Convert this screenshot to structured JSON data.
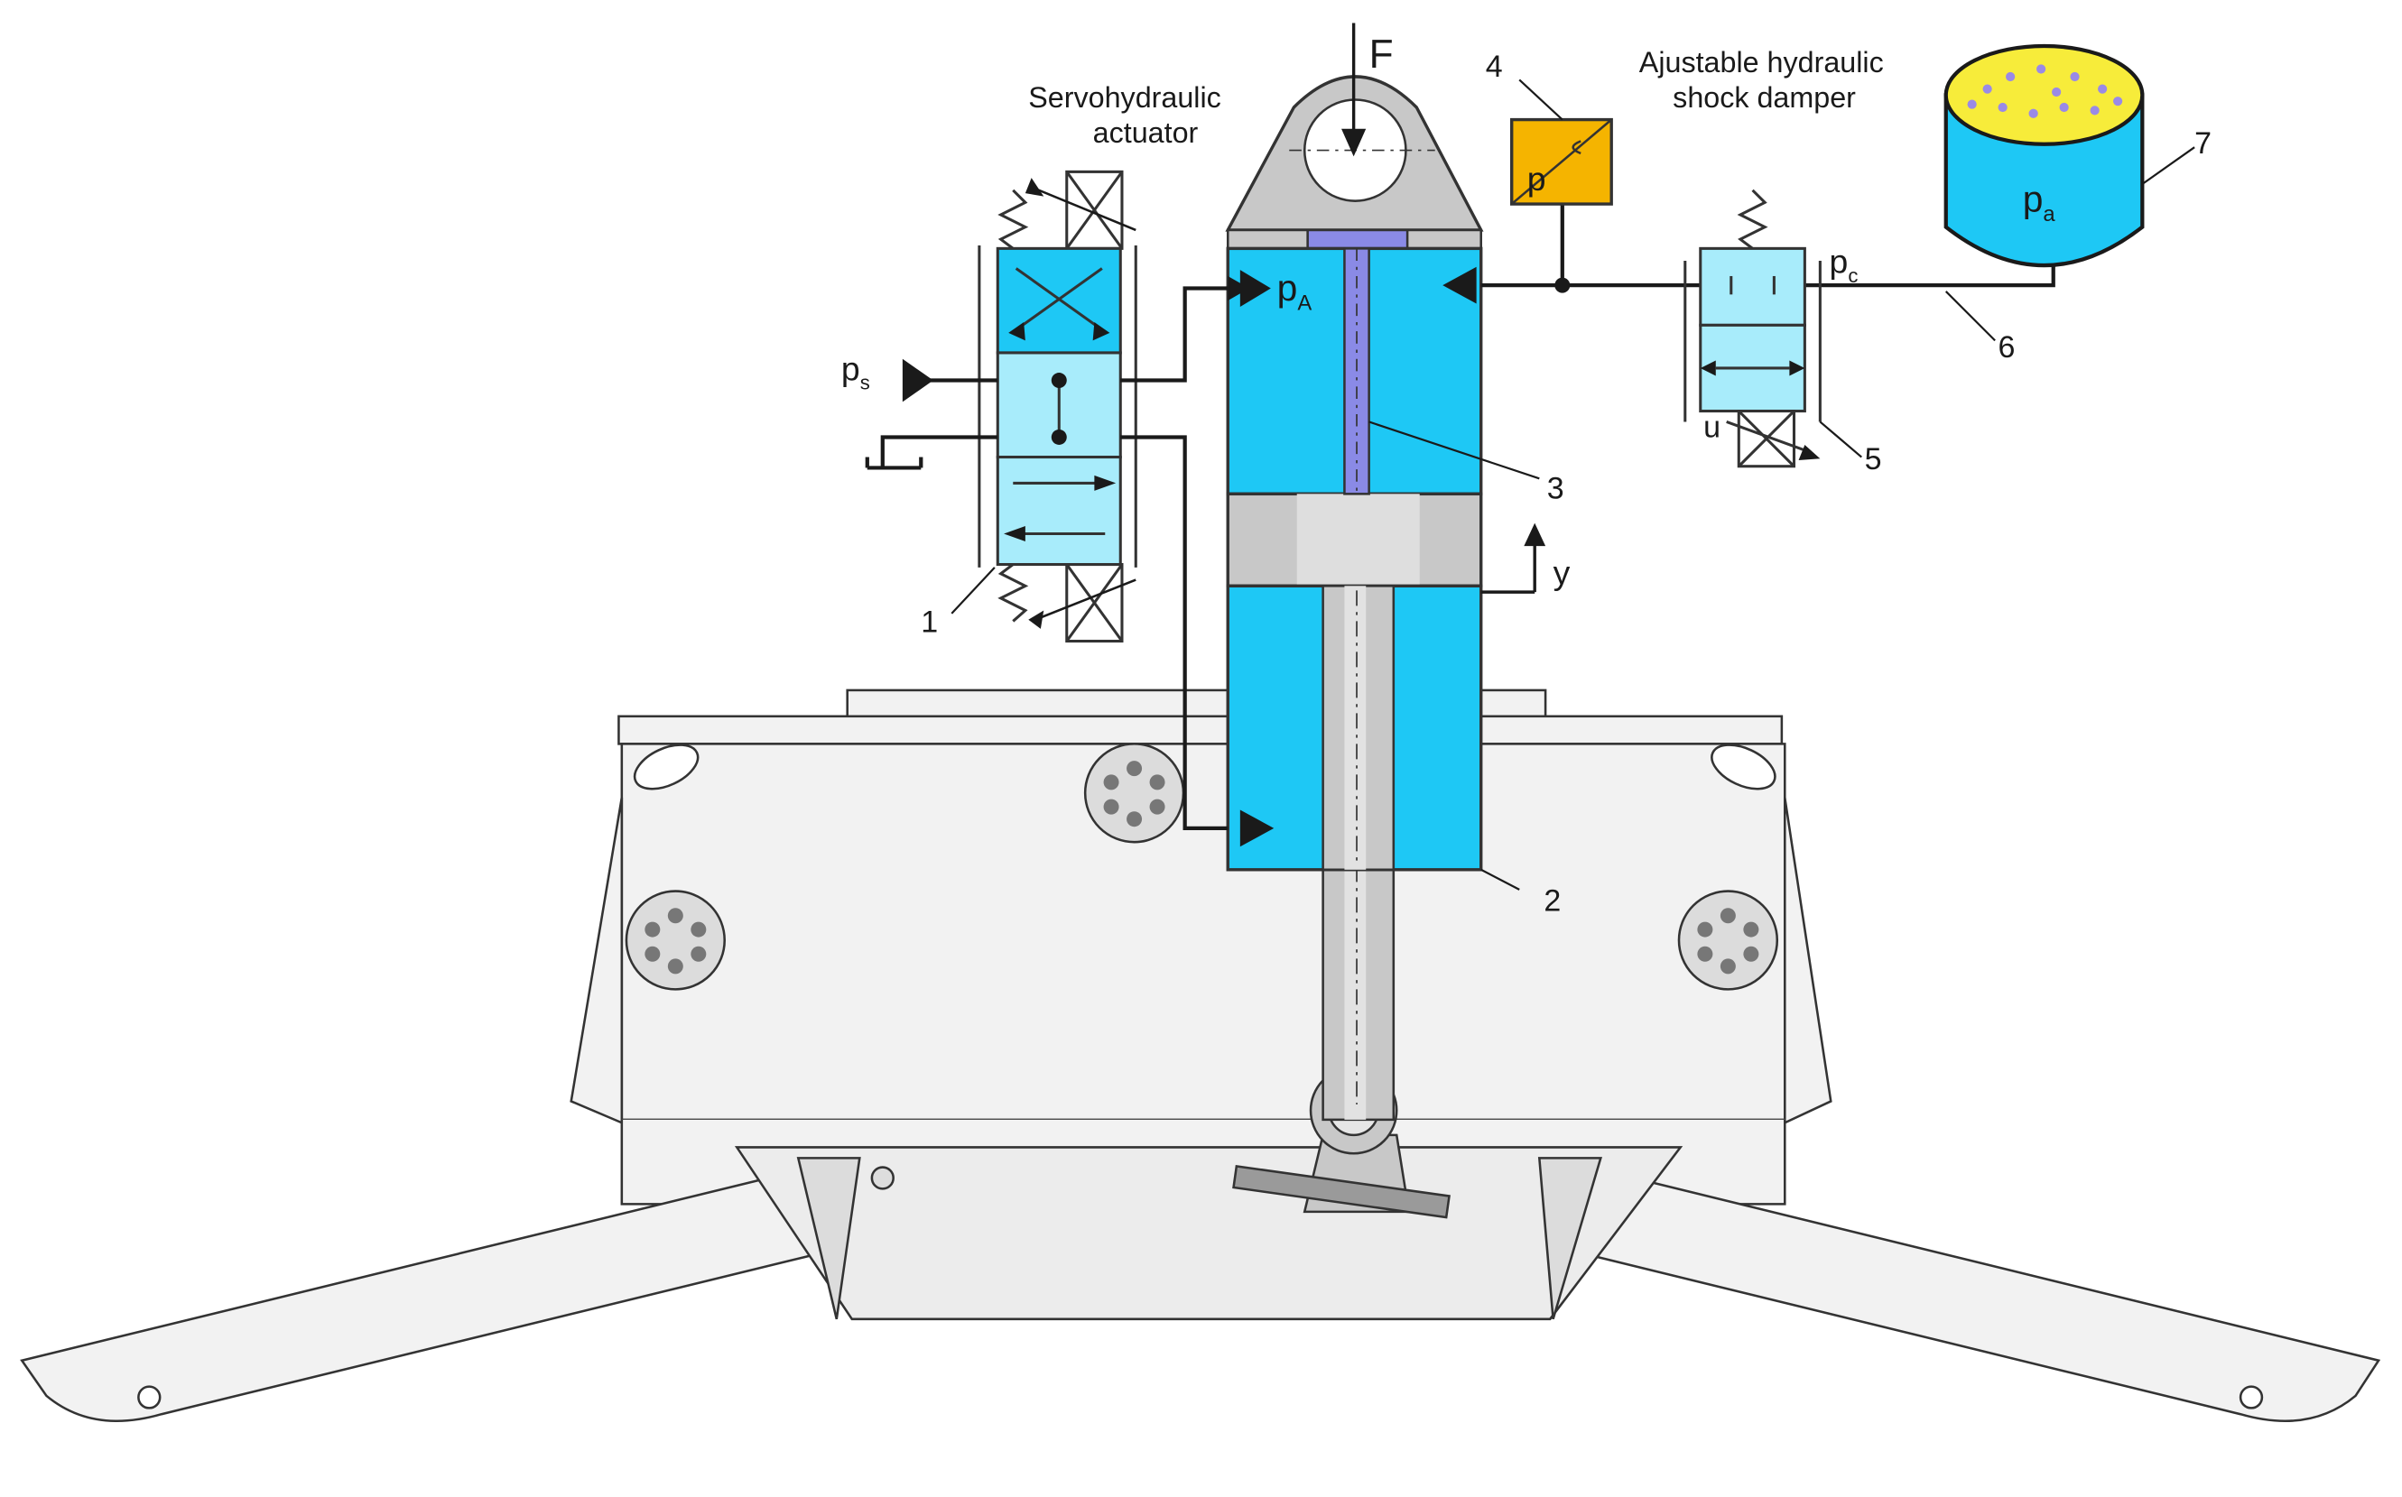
{
  "labels": {
    "servo_line1": "Servohydraulic",
    "servo_line2": "actuator",
    "damper_line1": "Ajustable hydraulic",
    "damper_line2": "shock  damper",
    "force": "F",
    "supply_pressure": "p",
    "supply_pressure_sub": "s",
    "chamber_pressure": "p",
    "chamber_pressure_sub": "A",
    "control_pressure": "p",
    "control_pressure_sub": "c",
    "accumulator_pressure": "p",
    "accumulator_pressure_sub": "a",
    "displacement": "y",
    "control_input": "u",
    "sensor_symbol": "p"
  },
  "callouts": [
    "1",
    "2",
    "3",
    "4",
    "5",
    "6",
    "7"
  ],
  "colors": {
    "fluid": "#1ec8f5",
    "fluid_light": "#a8ecfb",
    "sensor": "#f5b400",
    "foam": "#f7ec3a",
    "steel": "#c8c8c8",
    "frame": "#f2f2f2",
    "line": "#1a1a1a",
    "rod_center": "#8a8ae6"
  }
}
